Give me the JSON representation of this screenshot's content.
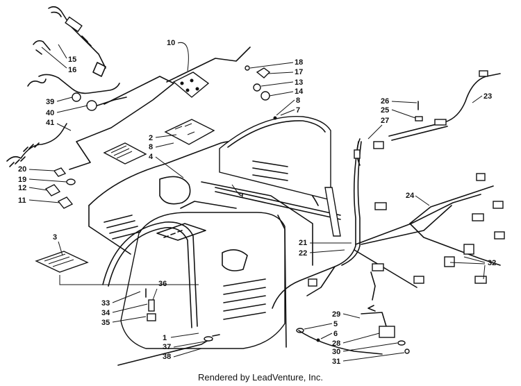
{
  "footer_text": "Rendered by LeadVenture, Inc.",
  "callouts": [
    "1",
    "2",
    "3",
    "4",
    "5",
    "6",
    "7",
    "8",
    "9",
    "10",
    "11",
    "12",
    "13",
    "14",
    "15",
    "16",
    "17",
    "18",
    "19",
    "20",
    "21",
    "22",
    "23",
    "24",
    "25",
    "26",
    "27",
    "28",
    "29",
    "30",
    "31",
    "32",
    "33",
    "34",
    "35",
    "36",
    "37",
    "38",
    "39",
    "40",
    "41"
  ]
}
